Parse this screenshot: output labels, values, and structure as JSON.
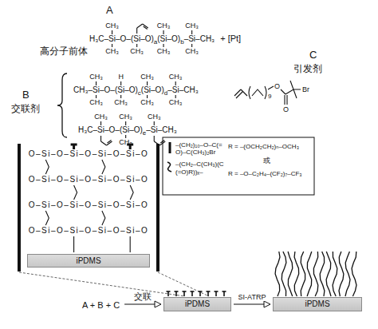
{
  "diagram": {
    "nodes": [
      {
        "text": [
          "O–Si–O–Si–O–Si–O–Si–O",
          "O–Si–O–Si–O–Si–O–Si–O",
          "O–Si–O–Si–O–Si–O–Si–O",
          "O–Si–O–Si–O–Si–O–Si–O"
        ]
      },
      {
        "text": [
          "iPDMS"
        ],
        "in": 0
      },
      {
        "text": [
          "A + B + C"
        ]
      },
      {
        "text": [
          "iPDMS"
        ]
      },
      {
        "text": [
          "iPDMS"
        ]
      }
    ],
    "edges": [
      {
        "from": 2,
        "to": 3,
        "arrow": "to",
        "label": "交联"
      },
      {
        "from": 3,
        "to": 4,
        "arrow": "to",
        "label": "SI-ATRP"
      }
    ],
    "labels": [
      "A",
      "高分子前体",
      "H₃C–",
      "Si",
      "–O–(",
      "Si",
      "–O)",
      "a",
      "(",
      "Si",
      "–O)",
      "b",
      "–",
      "Si",
      "–CH₃",
      "+ [Pt]",
      "CH₃",
      "CH₃",
      "CH₃",
      "CH₃",
      "CH₃",
      "CH₃",
      "CH₃",
      "B",
      "交联剂",
      "CH₃–",
      "Si",
      "–O–(",
      "Si",
      "–O)",
      "c",
      "(",
      "Si",
      "–O)",
      "d",
      "–",
      "Si",
      "–CH₃",
      "CH₃",
      "CH₃",
      "H",
      "CH₃",
      "CH₃",
      "CH₃",
      "CH₃",
      "CH₃",
      "H₃C–",
      "Si",
      "–O–(",
      "Si",
      "–O)",
      "e",
      "–",
      "Si",
      "–CH₃",
      "CH₃",
      "CH₃",
      "CH₃",
      "CH₃",
      "C",
      "引发剂",
      "9",
      "O",
      "O",
      "Br",
      "R = –(OCH₂CH₂)ₙ–OCH₃",
      "或",
      "R = –O–C₂H₄–(CF₂)₇–CF₃"
    ],
    "legend": [
      {
        "text": "–(CH₂)₁₀–O–C(=O)–C(CH₃)₂Br"
      },
      {
        "text": "–(CH₂–C(CH₃)(C(=O)R))ₓ–"
      }
    ]
  }
}
